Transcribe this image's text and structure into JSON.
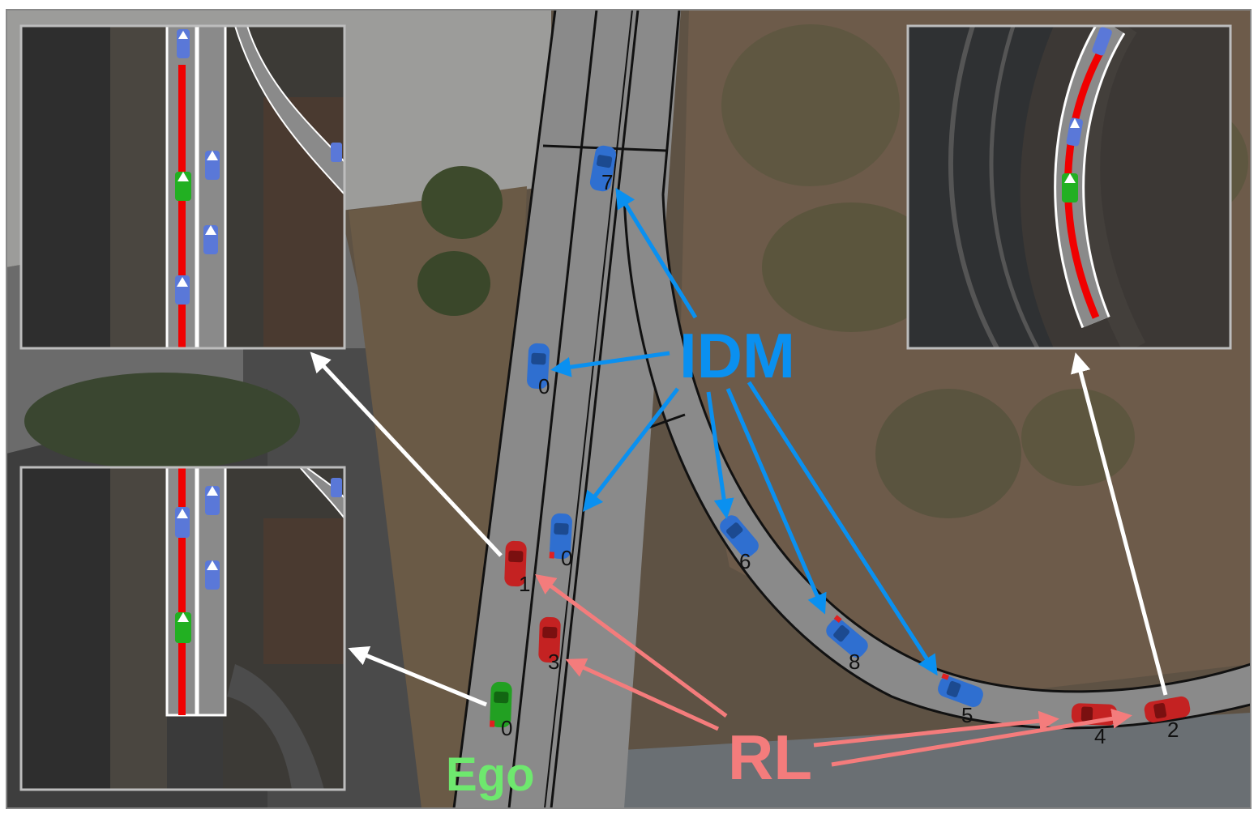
{
  "labels": {
    "idm": "IDM",
    "rl": "RL",
    "ego": "Ego"
  },
  "colors": {
    "idm": "#0a90f0",
    "rl": "#f47c7c",
    "ego": "#6ee86e",
    "idm_car": "#2f6fd0",
    "rl_car": "#c42222",
    "ego_car": "#22a022",
    "road": "#8a8a8a",
    "grass": "#6b5a45",
    "lane_line": "#111111",
    "inset_border": "#bdbdbd",
    "pointer_arrow": "#ffffff"
  },
  "vehicles": {
    "v7": {
      "id": "7",
      "type": "IDM"
    },
    "v0a": {
      "id": "0",
      "type": "IDM"
    },
    "v0b": {
      "id": "0",
      "type": "IDM"
    },
    "v6": {
      "id": "6",
      "type": "IDM"
    },
    "v8": {
      "id": "8",
      "type": "IDM"
    },
    "v5": {
      "id": "5",
      "type": "IDM"
    },
    "v1": {
      "id": "1",
      "type": "RL"
    },
    "v3": {
      "id": "3",
      "type": "RL"
    },
    "v4": {
      "id": "4",
      "type": "RL"
    },
    "v2": {
      "id": "2",
      "type": "RL"
    },
    "ego": {
      "id": "0",
      "type": "Ego"
    }
  },
  "insets": [
    {
      "name": "inset-top-left"
    },
    {
      "name": "inset-bottom-left"
    },
    {
      "name": "inset-top-right"
    }
  ]
}
